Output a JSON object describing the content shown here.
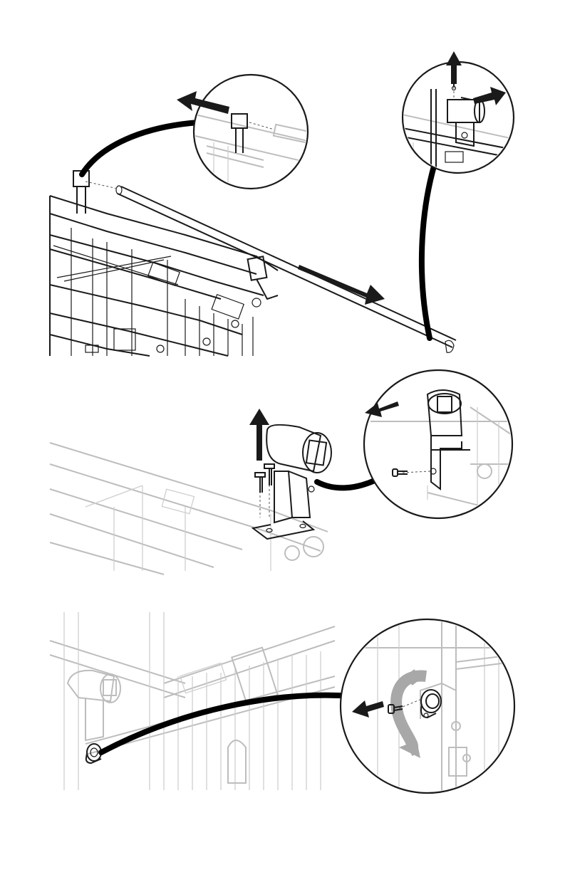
{
  "figure": {
    "steps": [
      {
        "id": "step-1",
        "description_hidden": "",
        "callouts": [
          "pin-detail",
          "clamp-detail"
        ]
      },
      {
        "id": "step-2",
        "callouts": [
          "bracket-detail"
        ]
      },
      {
        "id": "step-3",
        "callouts": [
          "cap-detail"
        ]
      }
    ],
    "colors": {
      "ink": "#1a1a1a",
      "ghost": "#bdbdbd",
      "rotate_arrow": "#a8a8a8"
    },
    "icons": [
      "arrow-icon",
      "bolt-icon",
      "rotate-arrow-icon"
    ]
  }
}
